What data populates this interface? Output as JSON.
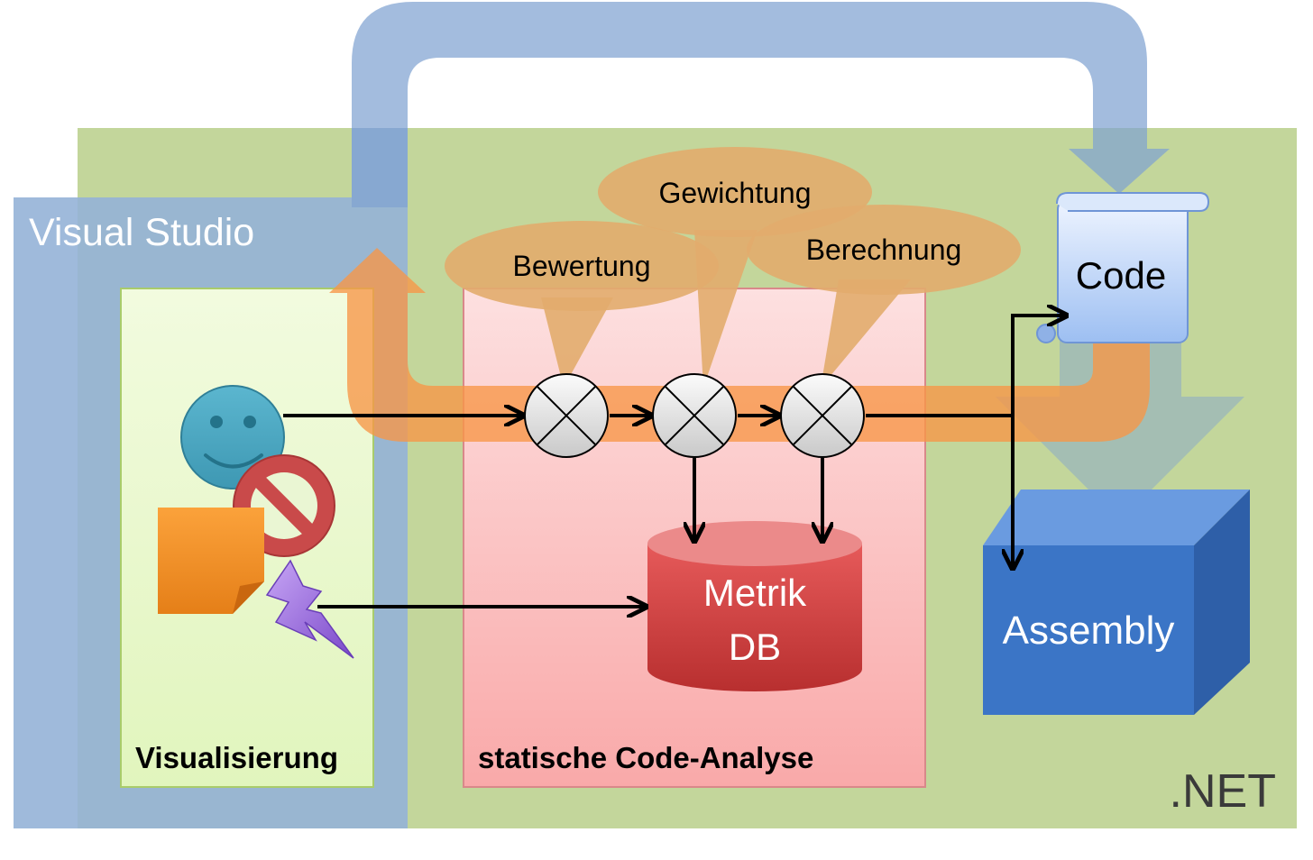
{
  "frames": {
    "net_label": ".NET",
    "visual_studio_label": "Visual Studio"
  },
  "boxes": {
    "visualisierung_label": "Visualisierung",
    "analysis_label": "statische Code-Analyse"
  },
  "callouts": {
    "bewertung": "Bewertung",
    "gewichtung": "Gewichtung",
    "berechnung": "Berechnung"
  },
  "database": {
    "line1": "Metrik",
    "line2": "DB"
  },
  "code": {
    "label": "Code"
  },
  "assembly": {
    "label": "Assembly"
  },
  "colors": {
    "net_green": "#c3d69b",
    "vs_blue": "#95b3d7",
    "vis_green": "#ebf7d3",
    "analysis_red": "#f8b4b4",
    "callout_orange": "#e2ac6d",
    "flow_orange": "#f79646",
    "db_red": "#d84a4a",
    "assembly_blue": "#3b75c6"
  }
}
